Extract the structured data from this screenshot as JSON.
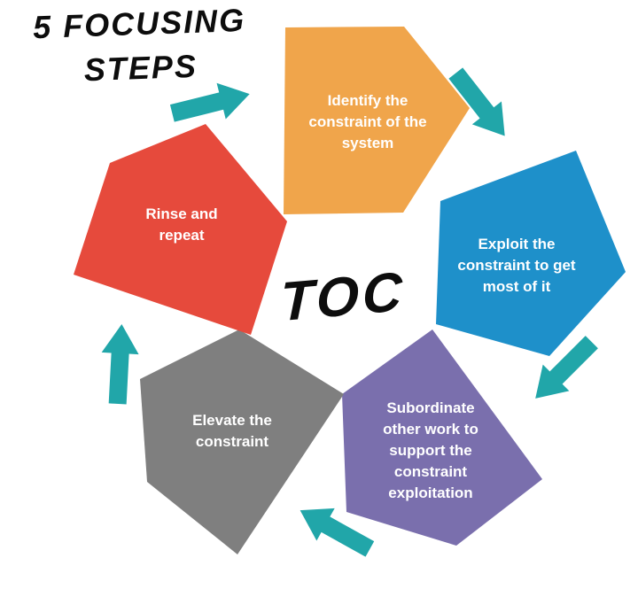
{
  "title": {
    "line1": "5 Focusing",
    "line2": "Steps",
    "full": "5 Focusing Steps"
  },
  "center_label": "TOC",
  "colors": {
    "background": "#ffffff",
    "title_text": "#0d0d0d",
    "step_text": "#ffffff",
    "arrow": "#21a6a9",
    "identify": "#f0a54b",
    "exploit": "#1e90ca",
    "subordinate": "#7a6fad",
    "elevate": "#7f7f7f",
    "repeat": "#e64a3c"
  },
  "steps": [
    {
      "order": 1,
      "name": "identify",
      "label": "Identify the constraint of the system",
      "lines": [
        "Identify the",
        "constraint of the",
        "system"
      ],
      "color": "#f0a54b"
    },
    {
      "order": 2,
      "name": "exploit",
      "label": "Exploit the constraint to get most of it",
      "lines": [
        "Exploit the",
        "constraint to get",
        "most of it"
      ],
      "color": "#1e90ca"
    },
    {
      "order": 3,
      "name": "subordinate",
      "label": "Subordinate other work to support the constraint exploitation",
      "lines": [
        "Subordinate",
        "other work to",
        "support the",
        "constraint",
        "exploitation"
      ],
      "color": "#7a6fad"
    },
    {
      "order": 4,
      "name": "elevate",
      "label": "Elevate the constraint",
      "lines": [
        "Elevate the",
        "constraint"
      ],
      "color": "#7f7f7f"
    },
    {
      "order": 5,
      "name": "repeat",
      "label": "Rinse and repeat",
      "lines": [
        "Rinse and",
        "repeat"
      ],
      "color": "#e64a3c"
    }
  ],
  "arrows": [
    {
      "name": "repeat-to-identify",
      "direction": "right"
    },
    {
      "name": "identify-to-exploit",
      "direction": "down-right"
    },
    {
      "name": "exploit-to-subordinate",
      "direction": "down-left"
    },
    {
      "name": "subordinate-to-elevate",
      "direction": "up-left"
    },
    {
      "name": "elevate-to-repeat",
      "direction": "up"
    }
  ]
}
